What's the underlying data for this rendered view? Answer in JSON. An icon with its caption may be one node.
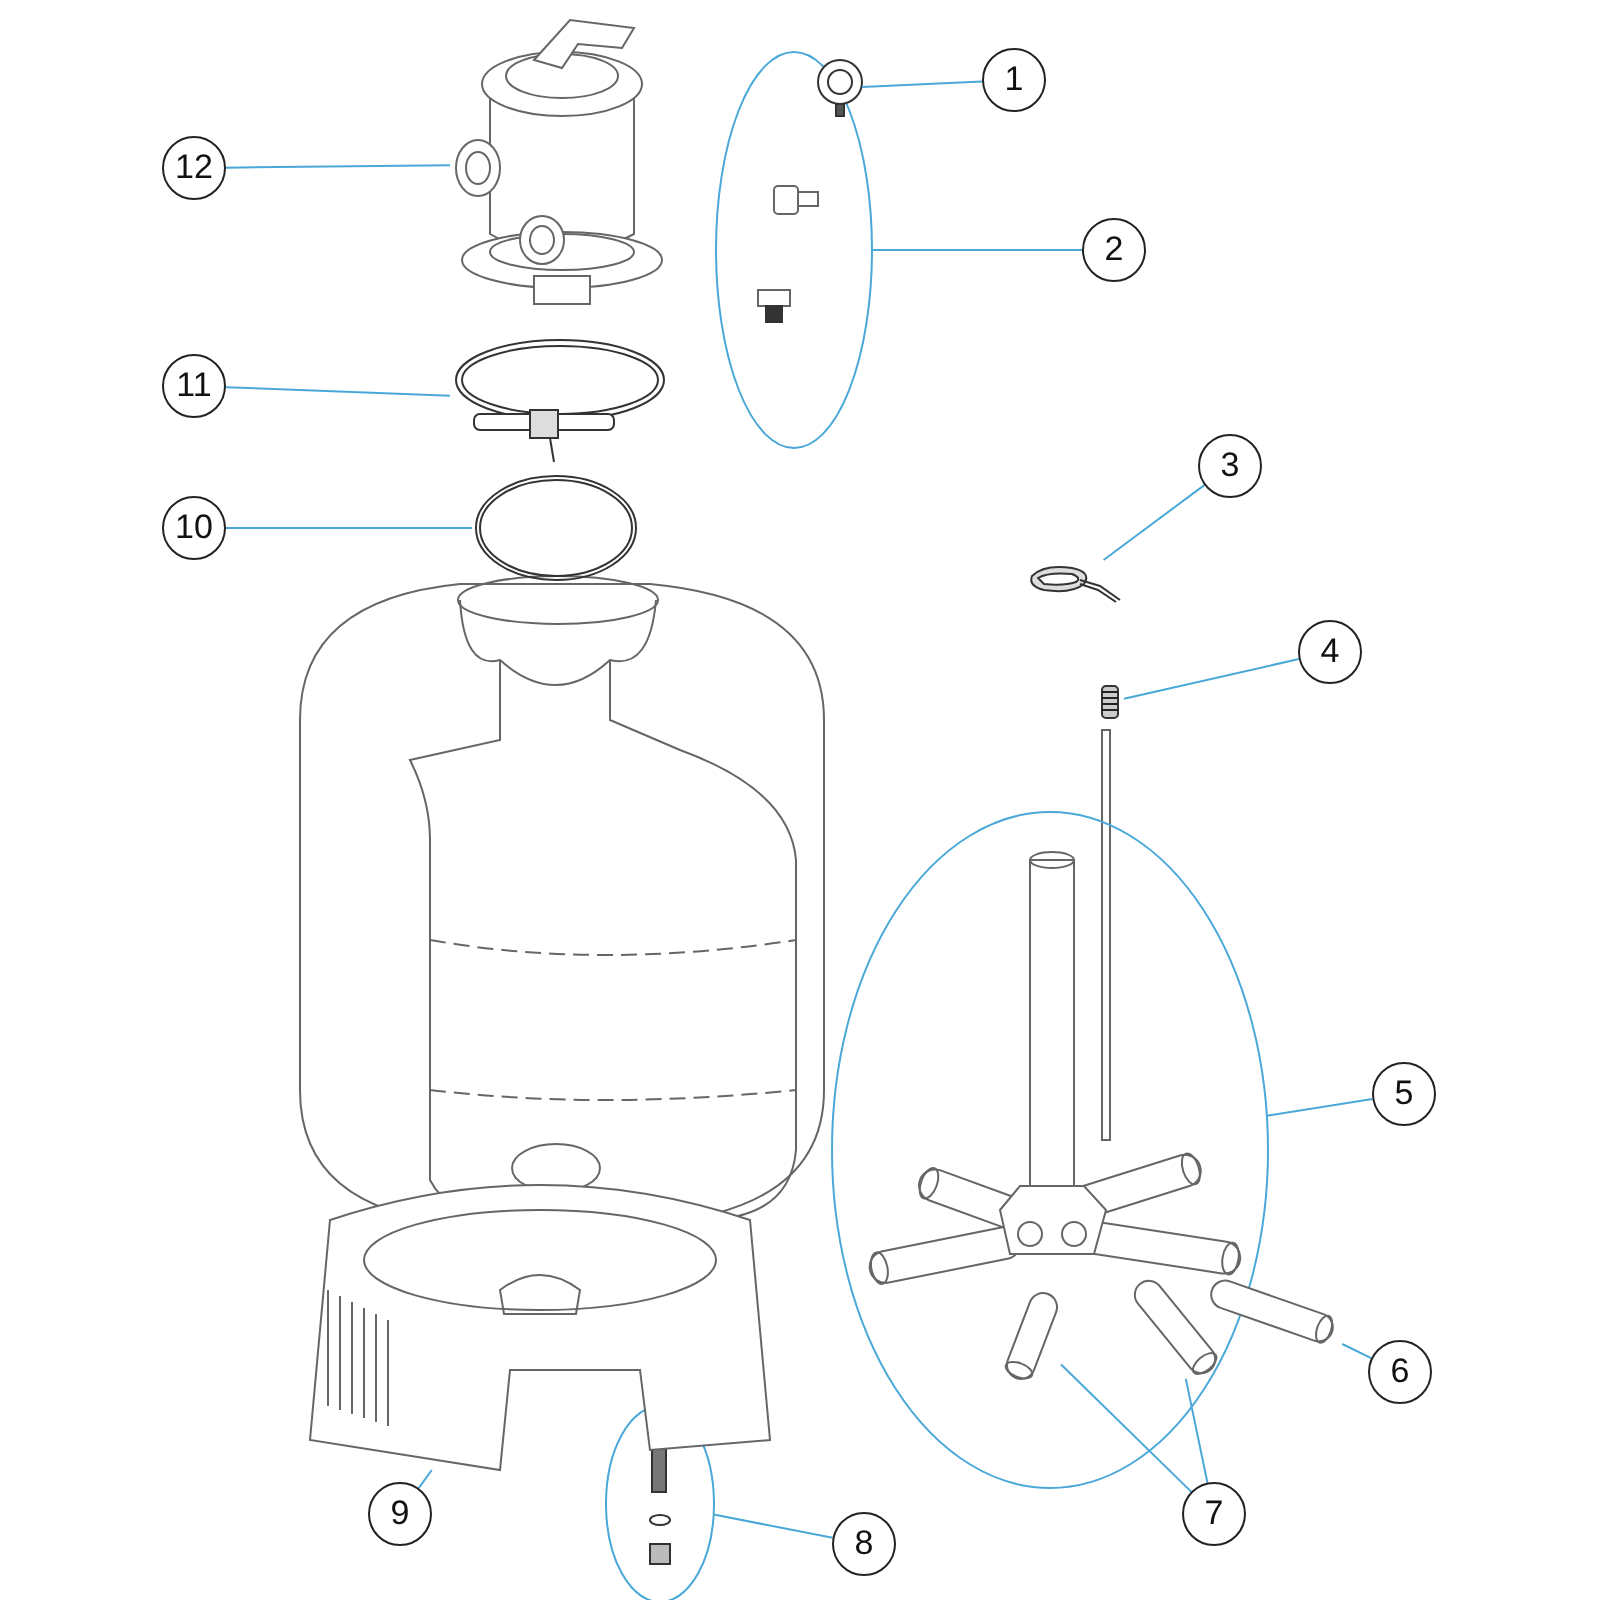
{
  "diagram": {
    "nodes": [
      {
        "text": [
          "1"
        ]
      },
      {
        "text": [
          "2"
        ]
      },
      {
        "text": [
          "3"
        ]
      },
      {
        "text": [
          "4"
        ]
      },
      {
        "text": [
          "5"
        ]
      },
      {
        "text": [
          "6"
        ]
      },
      {
        "text": [
          "7"
        ]
      },
      {
        "text": [
          "8"
        ]
      },
      {
        "text": [
          "9"
        ]
      },
      {
        "text": [
          "10"
        ]
      },
      {
        "text": [
          "11"
        ]
      },
      {
        "text": [
          "12"
        ]
      },
      {
        "text": [],
        "shape": "ellipse"
      },
      {
        "text": [],
        "shape": "picture",
        "in": 12
      },
      {
        "text": [],
        "shape": "picture"
      },
      {
        "text": [],
        "shape": "picture"
      },
      {
        "text": [],
        "shape": "ellipse"
      },
      {
        "text": [],
        "shape": "picture"
      },
      {
        "text": [],
        "shape": "picture",
        "in": 16
      },
      {
        "text": [],
        "shape": "picture",
        "in": 16
      },
      {
        "text": [],
        "shape": "ellipse"
      },
      {
        "text": [],
        "shape": "picture"
      },
      {
        "text": [],
        "shape": "picture"
      },
      {
        "text": [],
        "shape": "picture"
      },
      {
        "text": [],
        "shape": "picture"
      }
    ],
    "edges": [
      {
        "from": 0,
        "to": 13,
        "arrow": "none"
      },
      {
        "from": 1,
        "to": 12,
        "arrow": "none"
      },
      {
        "from": 2,
        "to": 14,
        "arrow": "none"
      },
      {
        "from": 3,
        "to": 15,
        "arrow": "none"
      },
      {
        "from": 4,
        "to": 16,
        "arrow": "none"
      },
      {
        "from": 5,
        "to": 17,
        "arrow": "none"
      },
      {
        "from": 6,
        "to": 18,
        "arrow": "none"
      },
      {
        "from": 6,
        "to": 19,
        "arrow": "none"
      },
      {
        "from": 7,
        "to": 20,
        "arrow": "none"
      },
      {
        "from": 8,
        "to": 21,
        "arrow": "none"
      },
      {
        "from": 9,
        "to": 22,
        "arrow": "none"
      },
      {
        "from": 10,
        "to": 23,
        "arrow": "none"
      },
      {
        "from": 11,
        "to": 24,
        "arrow": "none"
      }
    ]
  }
}
